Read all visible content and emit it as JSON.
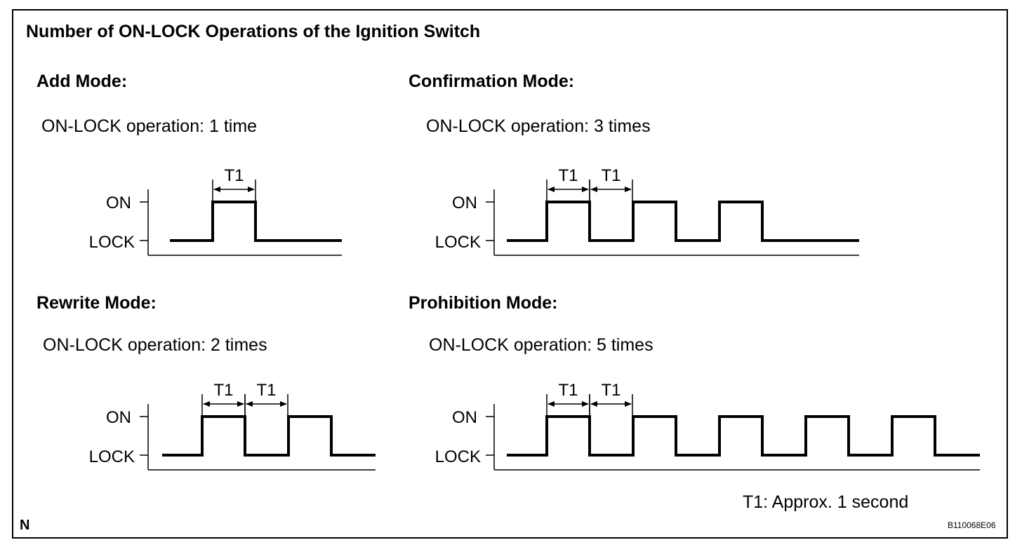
{
  "title": "Number of ON-LOCK Operations of the Ignition Switch",
  "axis": {
    "on_label": "ON",
    "lock_label": "LOCK",
    "period_label": "T1"
  },
  "modes": [
    {
      "name": "Add Mode:",
      "operation": "ON-LOCK operation: 1 time",
      "pulses": 1
    },
    {
      "name": "Confirmation Mode:",
      "operation": "ON-LOCK operation: 3 times",
      "pulses": 3
    },
    {
      "name": "Rewrite Mode:",
      "operation": "ON-LOCK operation: 2 times",
      "pulses": 2
    },
    {
      "name": "Prohibition Mode:",
      "operation": "ON-LOCK operation: 5 times",
      "pulses": 5
    }
  ],
  "footnote": "T1: Approx. 1 second",
  "corner_mark": "N",
  "figure_code": "B110068E06"
}
